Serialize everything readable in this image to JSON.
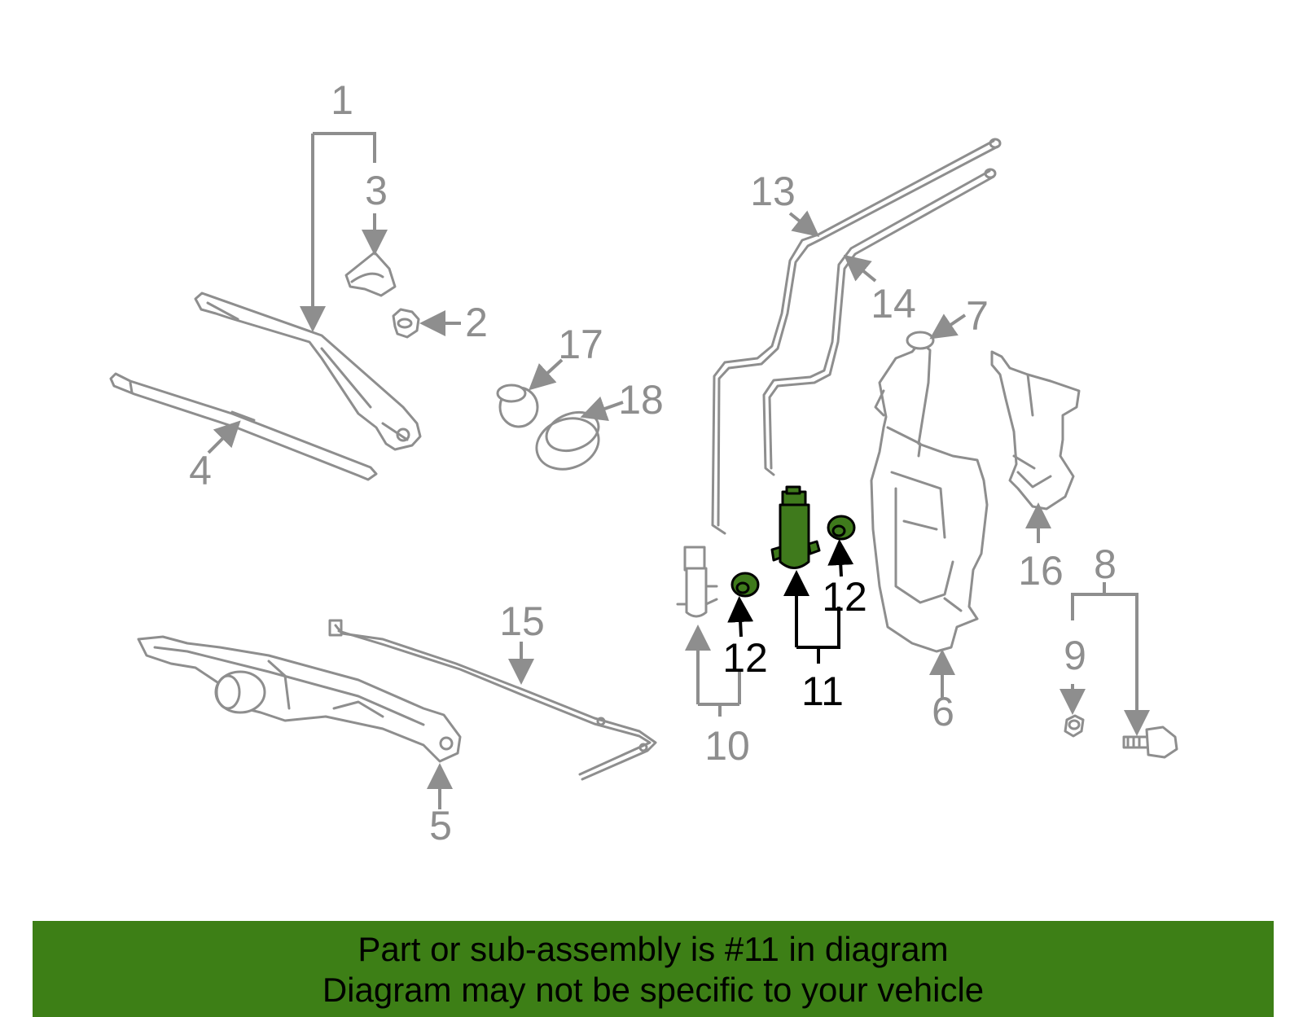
{
  "diagram": {
    "highlighted_part": "11",
    "colors": {
      "line_gray": "#8e8e8e",
      "highlight_green": "#3f7a1c",
      "banner_green": "#3d7f16",
      "text_black": "#000000"
    },
    "callouts": {
      "c1": "1",
      "c2": "2",
      "c3": "3",
      "c4": "4",
      "c5": "5",
      "c6": "6",
      "c7": "7",
      "c8": "8",
      "c9": "9",
      "c10": "10",
      "c11": "11",
      "c12a": "12",
      "c12b": "12",
      "c13": "13",
      "c14": "14",
      "c15": "15",
      "c16": "16",
      "c17": "17",
      "c18": "18"
    }
  },
  "banner": {
    "line1": "Part or sub-assembly is #11 in diagram",
    "line2": "Diagram may not be specific to your vehicle"
  }
}
